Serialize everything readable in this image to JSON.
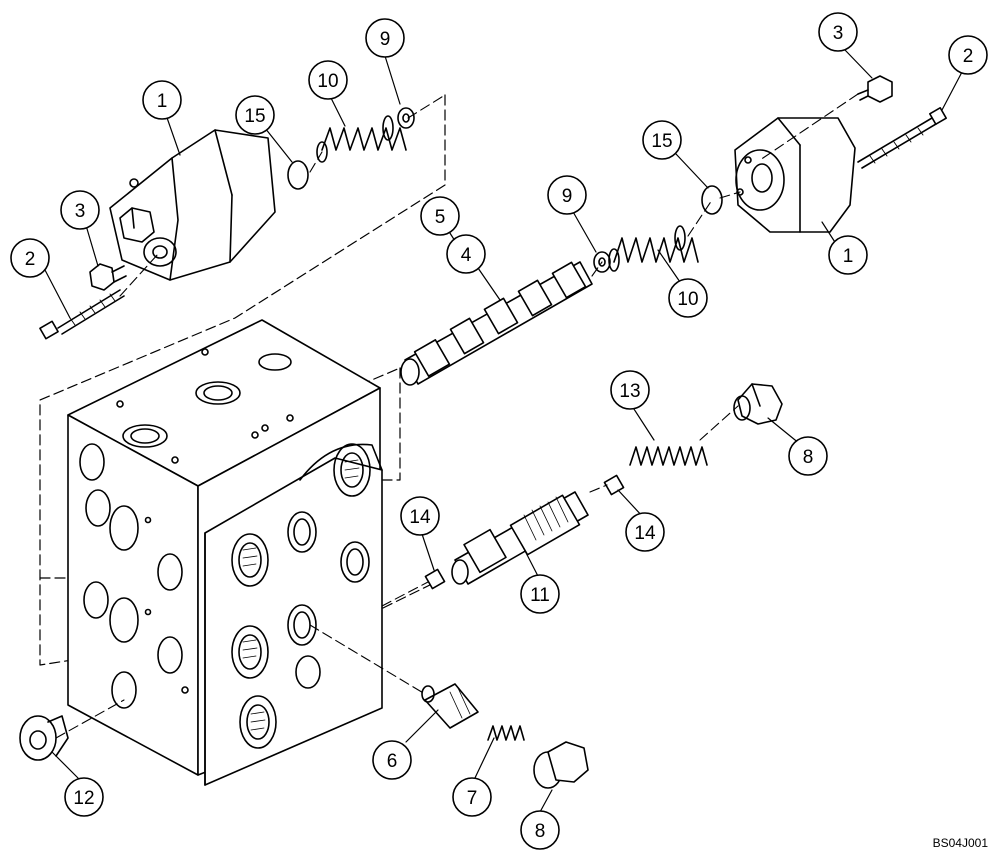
{
  "drawing_code": "BS04J001",
  "callouts": [
    {
      "id": "c1a",
      "label": "1"
    },
    {
      "id": "c2a",
      "label": "2"
    },
    {
      "id": "c3a",
      "label": "3"
    },
    {
      "id": "c15a",
      "label": "15"
    },
    {
      "id": "c10a",
      "label": "10"
    },
    {
      "id": "c9a",
      "label": "9"
    },
    {
      "id": "c3b",
      "label": "3"
    },
    {
      "id": "c2b",
      "label": "2"
    },
    {
      "id": "c15b",
      "label": "15"
    },
    {
      "id": "c1b",
      "label": "1"
    },
    {
      "id": "c5",
      "label": "5"
    },
    {
      "id": "c4",
      "label": "4"
    },
    {
      "id": "c9b",
      "label": "9"
    },
    {
      "id": "c10b",
      "label": "10"
    },
    {
      "id": "c13",
      "label": "13"
    },
    {
      "id": "c8a",
      "label": "8"
    },
    {
      "id": "c14a",
      "label": "14"
    },
    {
      "id": "c14b",
      "label": "14"
    },
    {
      "id": "c11",
      "label": "11"
    },
    {
      "id": "c6",
      "label": "6"
    },
    {
      "id": "c7",
      "label": "7"
    },
    {
      "id": "c8b",
      "label": "8"
    },
    {
      "id": "c12",
      "label": "12"
    }
  ]
}
